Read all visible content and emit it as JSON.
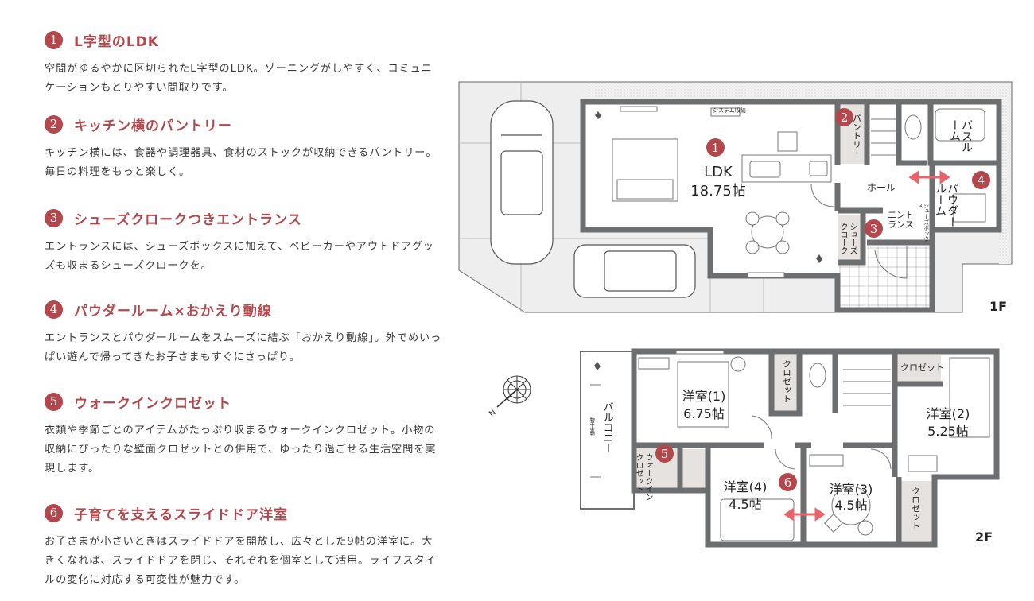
{
  "features": [
    {
      "num": "1",
      "title": "L字型のLDK",
      "body": "空間がゆるやかに区切られたL字型のLDK。ゾーニングがしやすく、コミュニケーションもとりやすい間取りです。"
    },
    {
      "num": "2",
      "title": "キッチン横のパントリー",
      "body": "キッチン横には、食器や調理器具、食材のストックが収納できるパントリー。毎日の料理をもっと楽しく。"
    },
    {
      "num": "3",
      "title": "シューズクロークつきエントランス",
      "body": "エントランスには、シューズボックスに加えて、ベビーカーやアウトドアグッズも収まるシューズクロークを。"
    },
    {
      "num": "4",
      "title": "パウダールーム×おかえり動線",
      "body": "エントランスとパウダールームをスムーズに結ぶ「おかえり動線」。外でめいっぱい遊んで帰ってきたお子さまもすぐにさっぱり。"
    },
    {
      "num": "5",
      "title": "ウォークインクロゼット",
      "body": "衣類や季節ごとのアイテムがたっぷり収まるウォークインクロゼット。小物の収納にぴったりな壁面クロゼットとの併用で、ゆったり過ごせる生活空間を実現します。"
    },
    {
      "num": "6",
      "title": "子育てを支えるスライドドア洋室",
      "body": "お子さまが小さいときはスライドドアを開放し、広々とした9帖の洋室に。大きくなれば、スライドドアを閉じ、それぞれを個室として活用。ライフスタイルの変化に対応する可変性が魅力です。"
    }
  ],
  "floor1": {
    "label": "1F",
    "ldk": "LDK",
    "ldk_size": "18.75帖",
    "system_storage": "システム収納",
    "pantry": "パントリー",
    "hall": "ホール",
    "entrance": "エントランス",
    "shoe_box": "シューズボックス",
    "shoe_cloak": "シューズクローク",
    "bathroom": "バスルーム",
    "powder_room": "パウダールーム"
  },
  "floor2": {
    "label": "2F",
    "room1": "洋室(1)",
    "room1_size": "6.75帖",
    "room2": "洋室(2)",
    "room2_size": "5.25帖",
    "room3": "洋室(3)",
    "room3_size": "4.5帖",
    "room4": "洋室(4)",
    "room4_size": "4.5帖",
    "closet": "クロゼット",
    "walk_in_closet": "ウォークインクロゼット",
    "balcony": "バルコニー",
    "drying_rack": "物干金物"
  },
  "colors": {
    "accent": "#b3474b",
    "wall": "#6d6e70",
    "arrow": "#e8646a",
    "ground": "#eeeeee",
    "storage": "#e6e2df"
  }
}
